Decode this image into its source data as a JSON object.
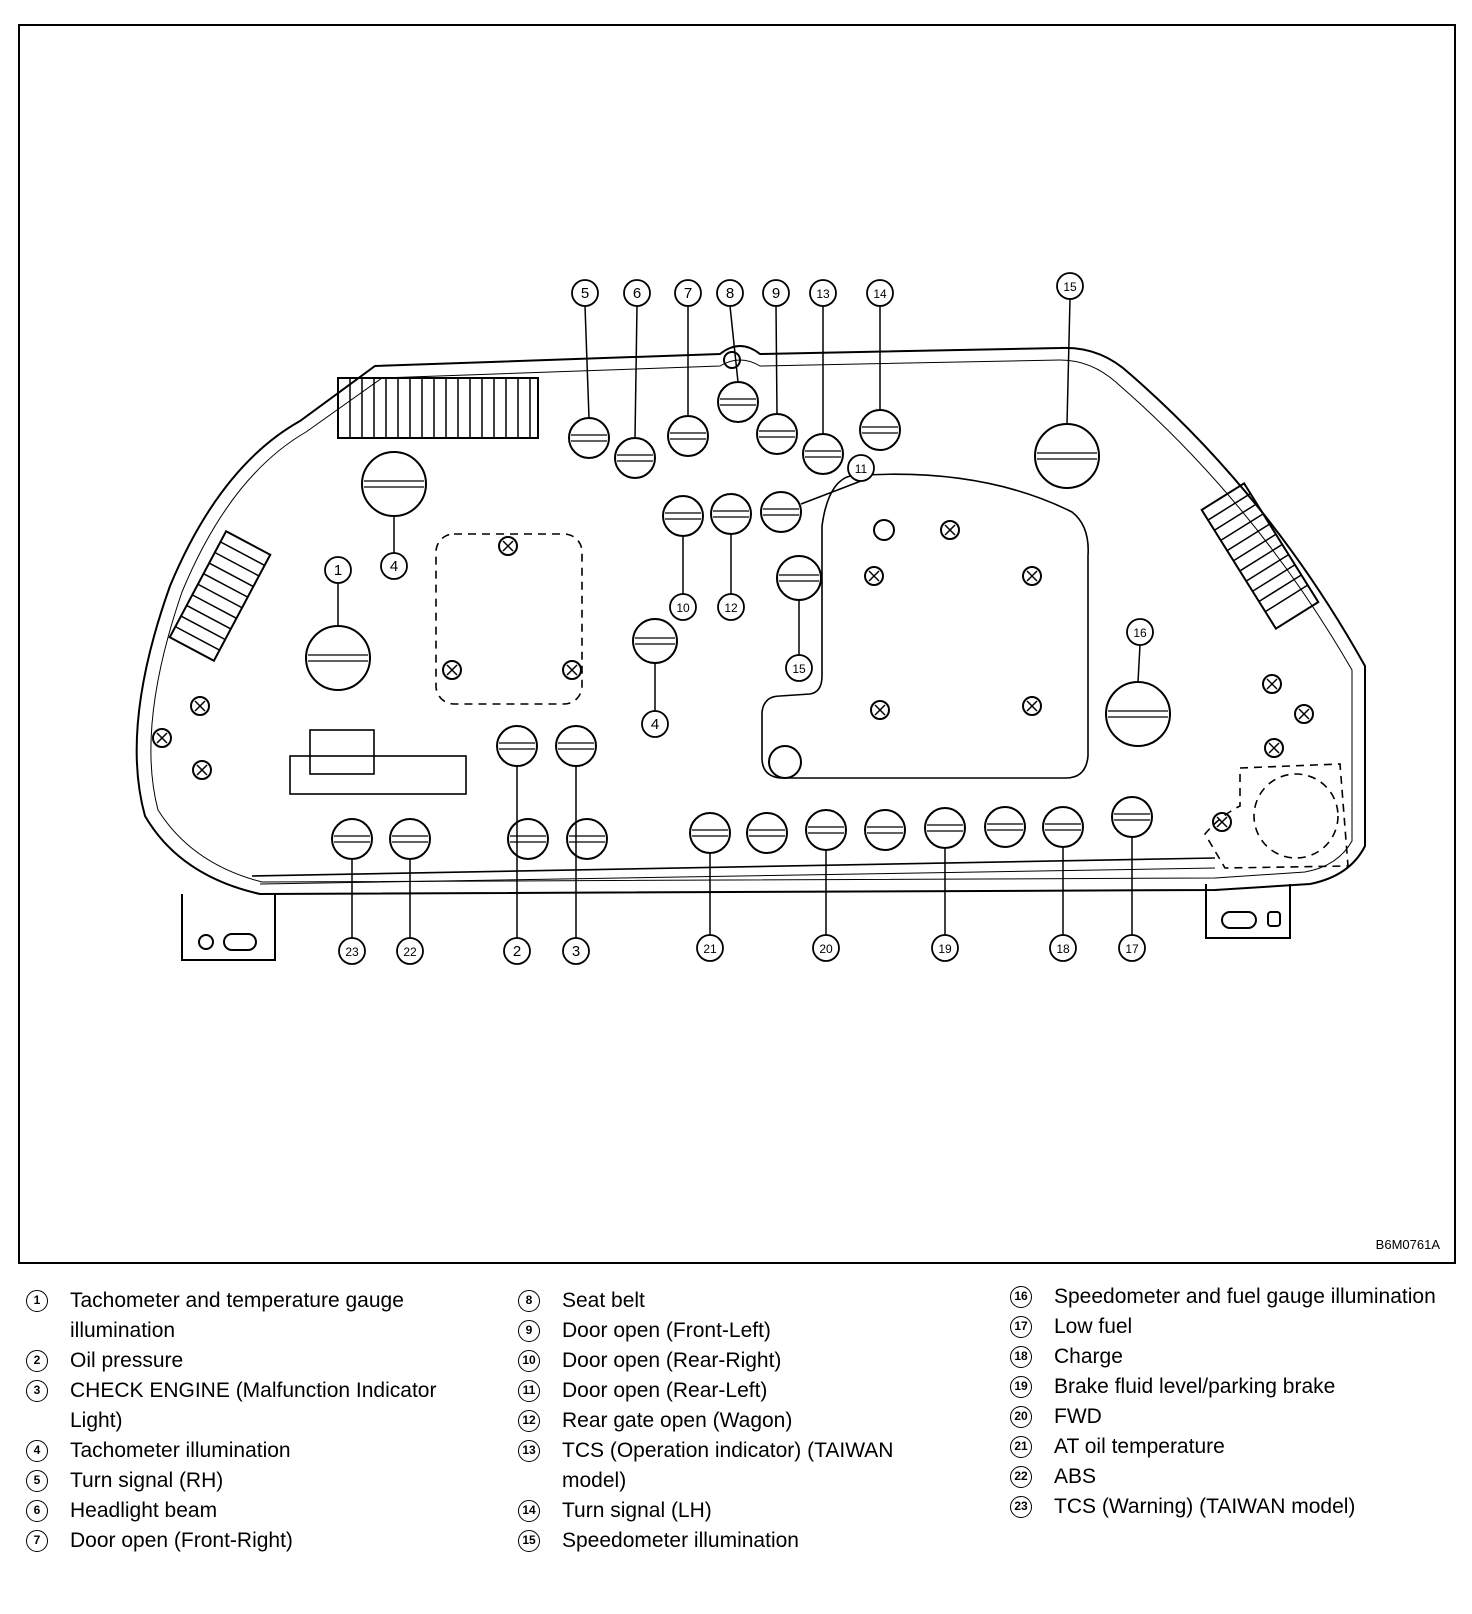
{
  "figure_code": "B6M0761A",
  "callouts": [
    "1",
    "2",
    "3",
    "4",
    "5",
    "6",
    "7",
    "8",
    "9",
    "10",
    "11",
    "12",
    "13",
    "14",
    "15",
    "16",
    "17",
    "18",
    "19",
    "20",
    "21",
    "22",
    "23"
  ],
  "legend": [
    {
      "num": "1",
      "text": "Tachometer and temperature gauge illumination"
    },
    {
      "num": "2",
      "text": "Oil pressure"
    },
    {
      "num": "3",
      "text": "CHECK ENGINE (Malfunction Indicator Light)"
    },
    {
      "num": "4",
      "text": "Tachometer illumination"
    },
    {
      "num": "5",
      "text": "Turn signal (RH)"
    },
    {
      "num": "6",
      "text": "Headlight beam"
    },
    {
      "num": "7",
      "text": "Door open (Front-Right)"
    },
    {
      "num": "8",
      "text": "Seat belt"
    },
    {
      "num": "9",
      "text": "Door open (Front-Left)"
    },
    {
      "num": "10",
      "text": "Door open (Rear-Right)"
    },
    {
      "num": "11",
      "text": "Door open (Rear-Left)"
    },
    {
      "num": "12",
      "text": "Rear gate open (Wagon)"
    },
    {
      "num": "13",
      "text": "TCS (Operation indicator) (TAIWAN model)"
    },
    {
      "num": "14",
      "text": "Turn signal (LH)"
    },
    {
      "num": "15",
      "text": "Speedometer illumination"
    },
    {
      "num": "16",
      "text": "Speedometer and fuel gauge illumination"
    },
    {
      "num": "17",
      "text": "Low fuel"
    },
    {
      "num": "18",
      "text": "Charge"
    },
    {
      "num": "19",
      "text": "Brake fluid level/parking brake"
    },
    {
      "num": "20",
      "text": "FWD"
    },
    {
      "num": "21",
      "text": "AT oil temperature"
    },
    {
      "num": "22",
      "text": "ABS"
    },
    {
      "num": "23",
      "text": "TCS (Warning) (TAIWAN model)"
    }
  ]
}
